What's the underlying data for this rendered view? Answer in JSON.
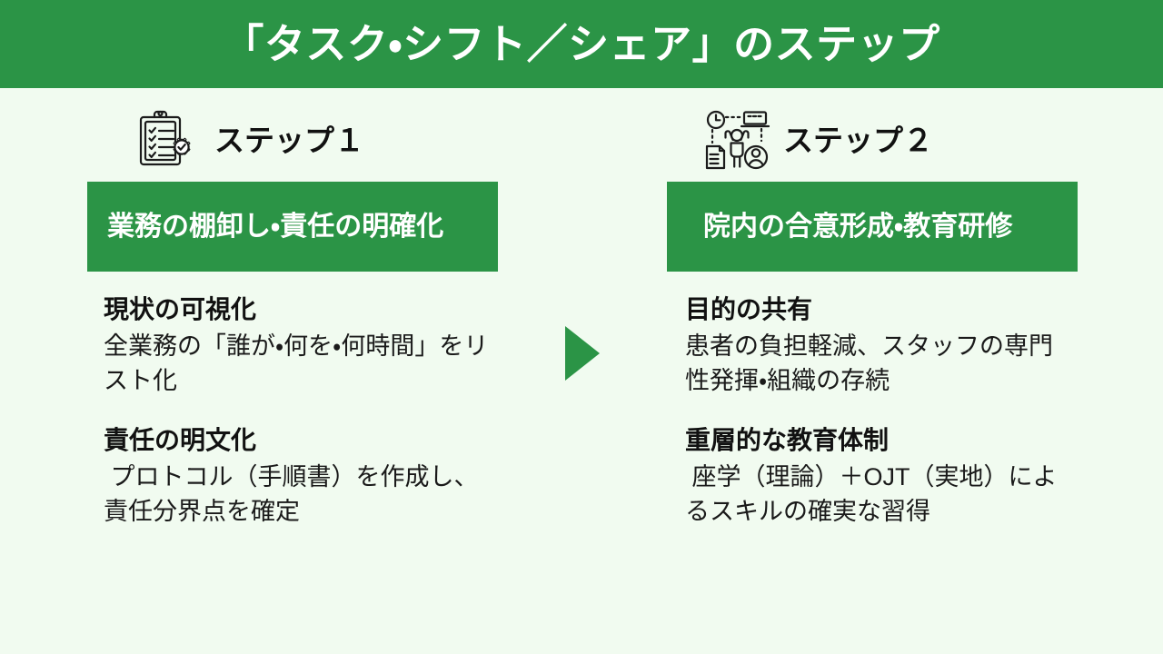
{
  "slide": {
    "title": "「タスク・シフト／シェア」のステップ",
    "background_color": "#f1fbf0",
    "accent_color": "#2b9446",
    "title_text_color": "#ffffff"
  },
  "arrow": {
    "icon": "triangle-right-icon",
    "color": "#2b9446"
  },
  "steps": [
    {
      "label": "ステップ１",
      "icon": "clipboard-checklist-gear-icon",
      "banner": "業務の棚卸し・責任の明確化",
      "items": [
        {
          "title": "現状の可視化",
          "desc": "全業務の「誰が・何を・何時間」をリスト化"
        },
        {
          "title": "責任の明文化",
          "desc": " プロトコル（手順書）を作成し、責任分界点を確定"
        }
      ]
    },
    {
      "label": "ステップ２",
      "icon": "team-training-person-icon",
      "banner": "院内の合意形成・教育研修",
      "items": [
        {
          "title": "目的の共有",
          "desc": "患者の負担軽減、スタッフの専門性発揮・組織の存続"
        },
        {
          "title": "重層的な教育体制",
          "desc": " 座学（理論）＋OJT（実地）によるスキルの確実な習得"
        }
      ]
    }
  ]
}
